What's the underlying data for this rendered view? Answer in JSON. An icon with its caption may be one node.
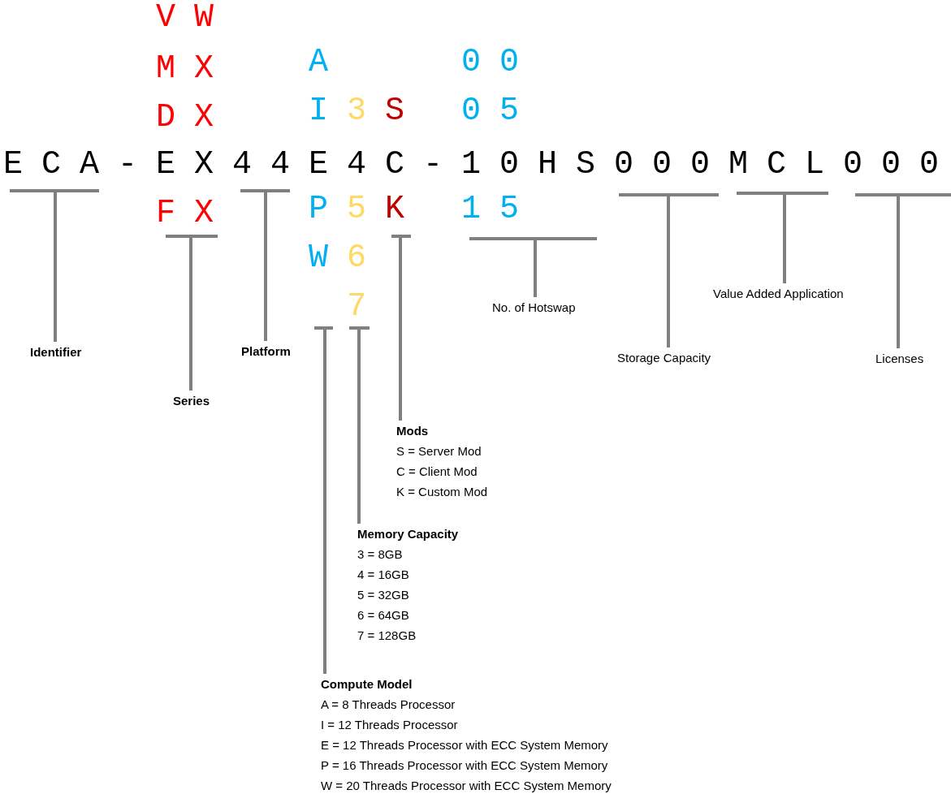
{
  "diagram": {
    "nodes": [
      {
        "text": [],
        "shape": "bar"
      },
      {
        "text": [
          "Identifier"
        ]
      },
      {
        "text": [],
        "shape": "bar"
      },
      {
        "text": [
          "Series"
        ]
      },
      {
        "text": [],
        "shape": "bar"
      },
      {
        "text": [
          "Platform"
        ]
      },
      {
        "text": [],
        "shape": "bar"
      },
      {
        "text": [
          "Compute Model",
          "A = 8 Threads Processor",
          "I = 12 Threads Processor",
          "E = 12 Threads Processor with ECC System Memory",
          "P = 16 Threads Processor with ECC System Memory",
          "W = 20 Threads Processor with ECC System Memory"
        ]
      },
      {
        "text": [],
        "shape": "bar"
      },
      {
        "text": [
          "Memory Capacity",
          "3 = 8GB",
          "4 = 16GB",
          "5 = 32GB",
          "6 = 64GB",
          "7 = 128GB"
        ]
      },
      {
        "text": [],
        "shape": "bar"
      },
      {
        "text": [
          "Mods",
          "S = Server Mod",
          "C = Client Mod",
          "K = Custom Mod"
        ]
      },
      {
        "text": [],
        "shape": "bar"
      },
      {
        "text": [
          "No. of Hotswap"
        ]
      },
      {
        "text": [],
        "shape": "bar"
      },
      {
        "text": [
          "Storage Capacity"
        ]
      },
      {
        "text": [],
        "shape": "bar"
      },
      {
        "text": [
          "Value Added Application"
        ]
      },
      {
        "text": [],
        "shape": "bar"
      },
      {
        "text": [
          "Licenses"
        ]
      }
    ],
    "edges": [
      {
        "from": 1,
        "to": 0,
        "arrow": "none"
      },
      {
        "from": 3,
        "to": 2,
        "arrow": "none"
      },
      {
        "from": 5,
        "to": 4,
        "arrow": "none"
      },
      {
        "from": 7,
        "to": 6,
        "arrow": "none"
      },
      {
        "from": 9,
        "to": 8,
        "arrow": "none"
      },
      {
        "from": 11,
        "to": 10,
        "arrow": "none"
      },
      {
        "from": 13,
        "to": 12,
        "arrow": "none"
      },
      {
        "from": 15,
        "to": 14,
        "arrow": "none"
      },
      {
        "from": 17,
        "to": 16,
        "arrow": "none"
      },
      {
        "from": 19,
        "to": 18,
        "arrow": "none"
      }
    ],
    "labels": [
      "VW",
      "MX",
      "A",
      "00",
      "DX",
      "I",
      "3",
      "S",
      "05",
      "ECA-EX44E4C-10HS000MCL000",
      "FX",
      "P",
      "5",
      "K",
      "15",
      "W",
      "6",
      "7"
    ]
  }
}
